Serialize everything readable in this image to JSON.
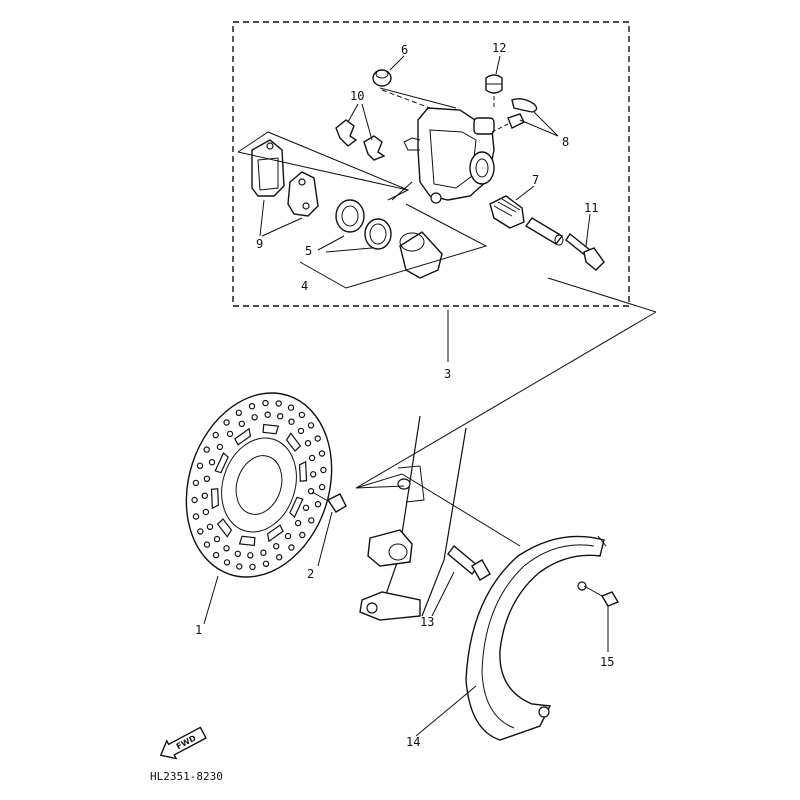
{
  "diagram": {
    "callouts": [
      "1",
      "2",
      "3",
      "4",
      "5",
      "6",
      "7",
      "8",
      "9",
      "10",
      "11",
      "12",
      "13",
      "14",
      "15"
    ],
    "drawing_code": "HL2351-8230",
    "fwd_label": "FWD"
  }
}
